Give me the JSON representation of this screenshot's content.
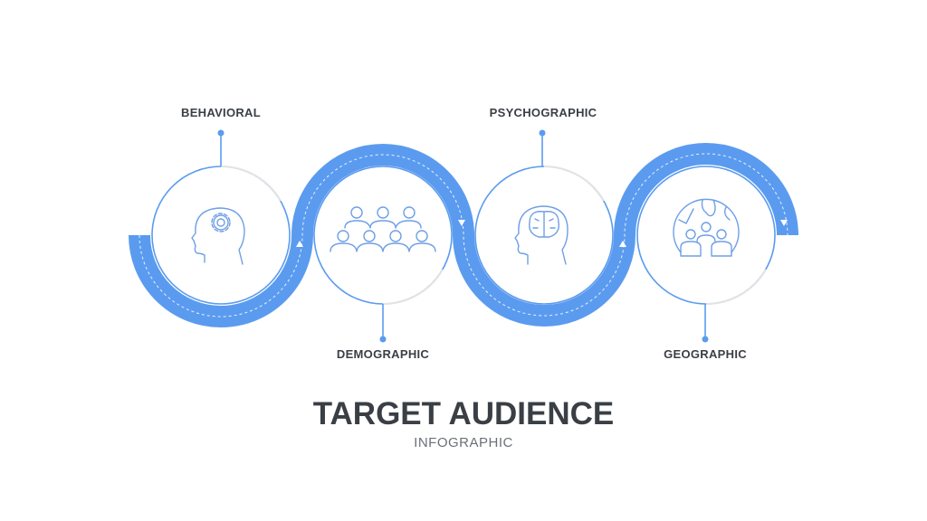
{
  "steps": [
    {
      "label": "BEHAVIORAL",
      "icon": "head-gear-icon"
    },
    {
      "label": "DEMOGRAPHIC",
      "icon": "people-group-icon"
    },
    {
      "label": "PSYCHOGRAPHIC",
      "icon": "head-brain-icon"
    },
    {
      "label": "GEOGRAPHIC",
      "icon": "globe-people-icon"
    }
  ],
  "title": "TARGET AUDIENCE",
  "subtitle": "INFOGRAPHIC",
  "colors": {
    "accent": "#5b9bef",
    "text": "#3a3f45",
    "muted": "#e3e3e3"
  }
}
